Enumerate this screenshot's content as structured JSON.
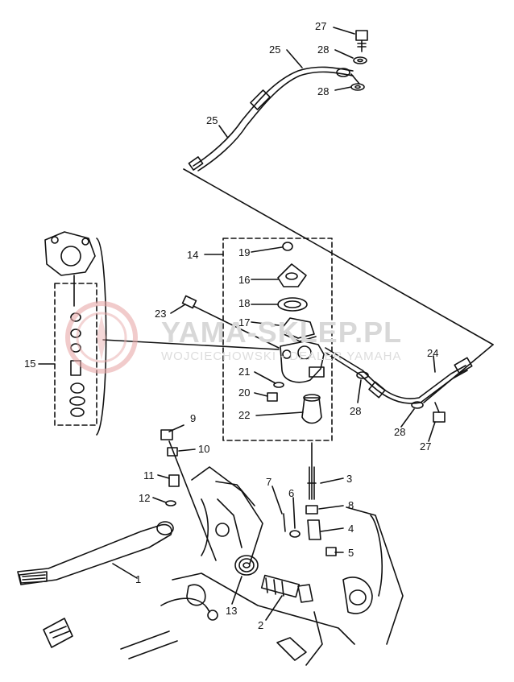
{
  "watermark": {
    "title": "YAMA-SKLEP.PL",
    "subtitle": "WOJCIECHOWSKI - DEALER YAMAHA"
  },
  "callouts": [
    "1",
    "2",
    "3",
    "4",
    "5",
    "6",
    "7",
    "8",
    "9",
    "10",
    "11",
    "12",
    "13",
    "14",
    "15",
    "16",
    "17",
    "18",
    "19",
    "20",
    "21",
    "22",
    "23",
    "24",
    "25",
    "25",
    "27",
    "27",
    "28",
    "28",
    "28",
    "28"
  ],
  "colors": {
    "ink": "#111111",
    "watermark": "#d8d8d8",
    "logo": "#e8a9a9"
  }
}
